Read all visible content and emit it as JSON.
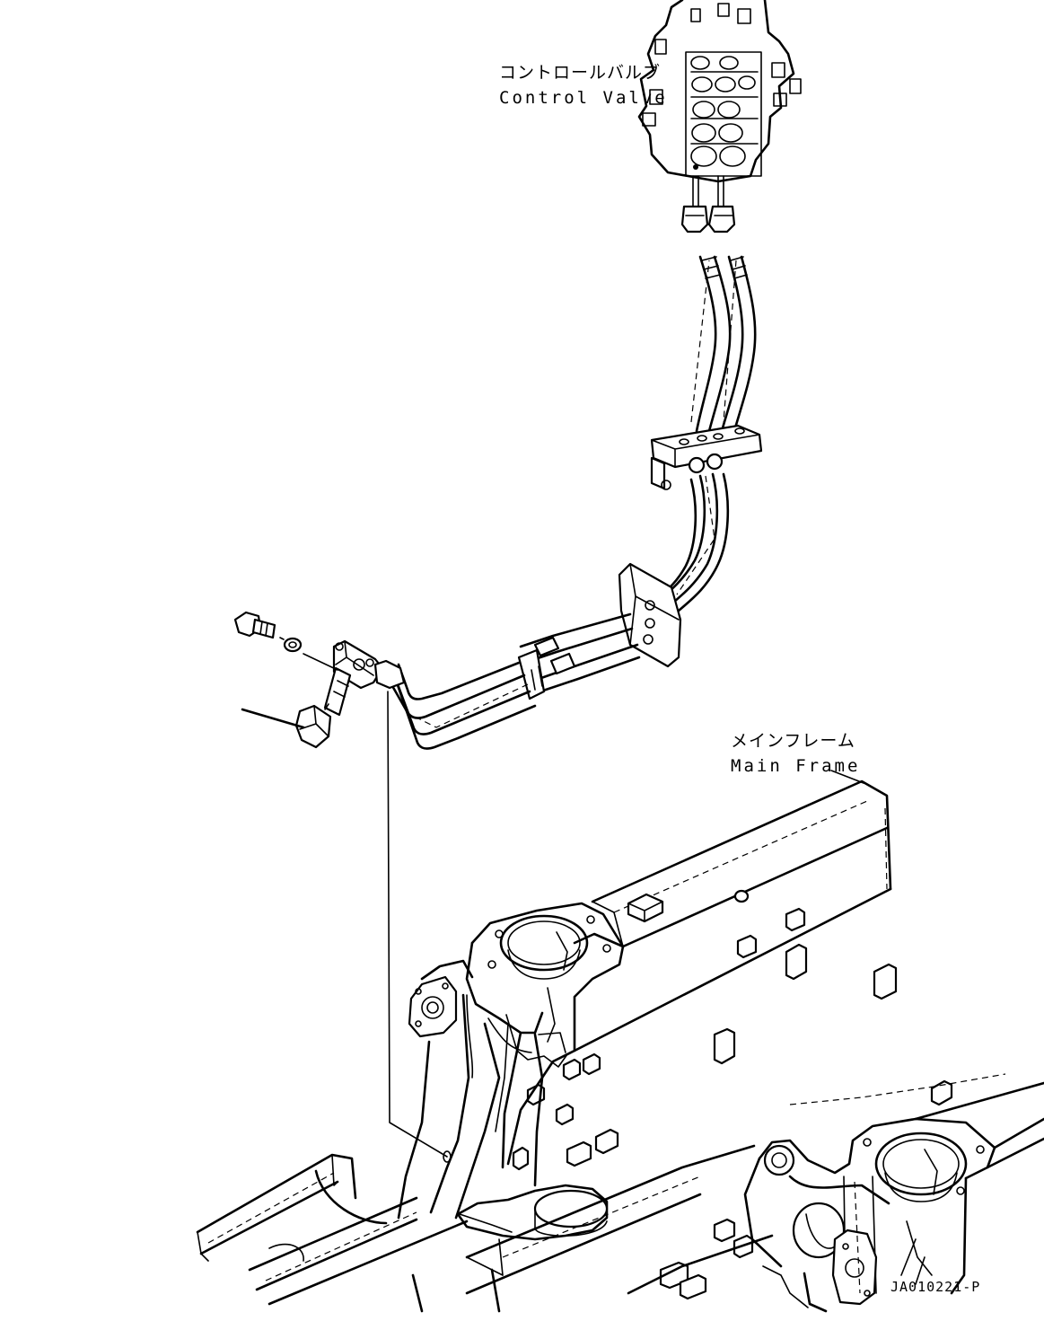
{
  "drawing": {
    "labels": {
      "control_valve_jp": "コントロールバルブ",
      "control_valve_en": "Control Valve",
      "main_frame_jp": "メインフレーム",
      "main_frame_en": "Main Frame"
    },
    "drawing_code": "JA010221-P"
  }
}
